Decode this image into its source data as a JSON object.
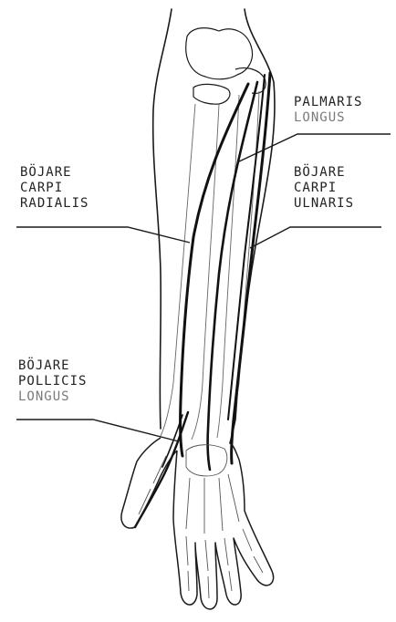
{
  "labels": {
    "palmaris_longus": {
      "line1": "PALMARIS",
      "line2": "LONGUS"
    },
    "flexor_carpi_radialis": {
      "line1": "BÖJARE",
      "line2": "CARPI",
      "line3": "RADIALIS"
    },
    "flexor_carpi_ulnaris": {
      "line1": "BÖJARE",
      "line2": "CARPI",
      "line3": "ULNARIS"
    },
    "flexor_pollicis_longus": {
      "line1": "BÖJARE",
      "line2": "POLLICIS",
      "line3": "LONGUS"
    }
  },
  "colors": {
    "ink": "#1a1a1a",
    "label_text": "#222222",
    "faded_text": "#7a7a7a",
    "background": "#ffffff"
  }
}
